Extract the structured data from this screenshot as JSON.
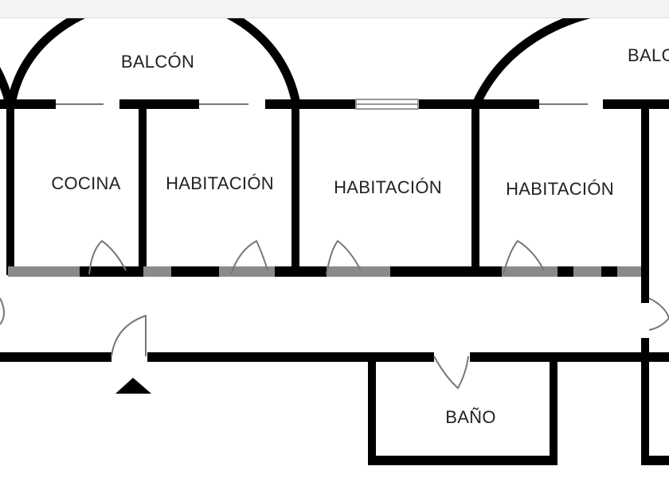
{
  "plan": {
    "rooms": {
      "balcony_left": "BALCÓN",
      "balcony_right": "BALCÓN",
      "kitchen": "COCINA",
      "bedroom_1": "HABITACIÓN",
      "bedroom_2": "HABITACIÓN",
      "bedroom_3": "HABITACIÓN",
      "bathroom": "BAÑO"
    },
    "colors": {
      "wall": "#000000",
      "partition": "#8a8a8a",
      "background": "#ffffff"
    }
  }
}
